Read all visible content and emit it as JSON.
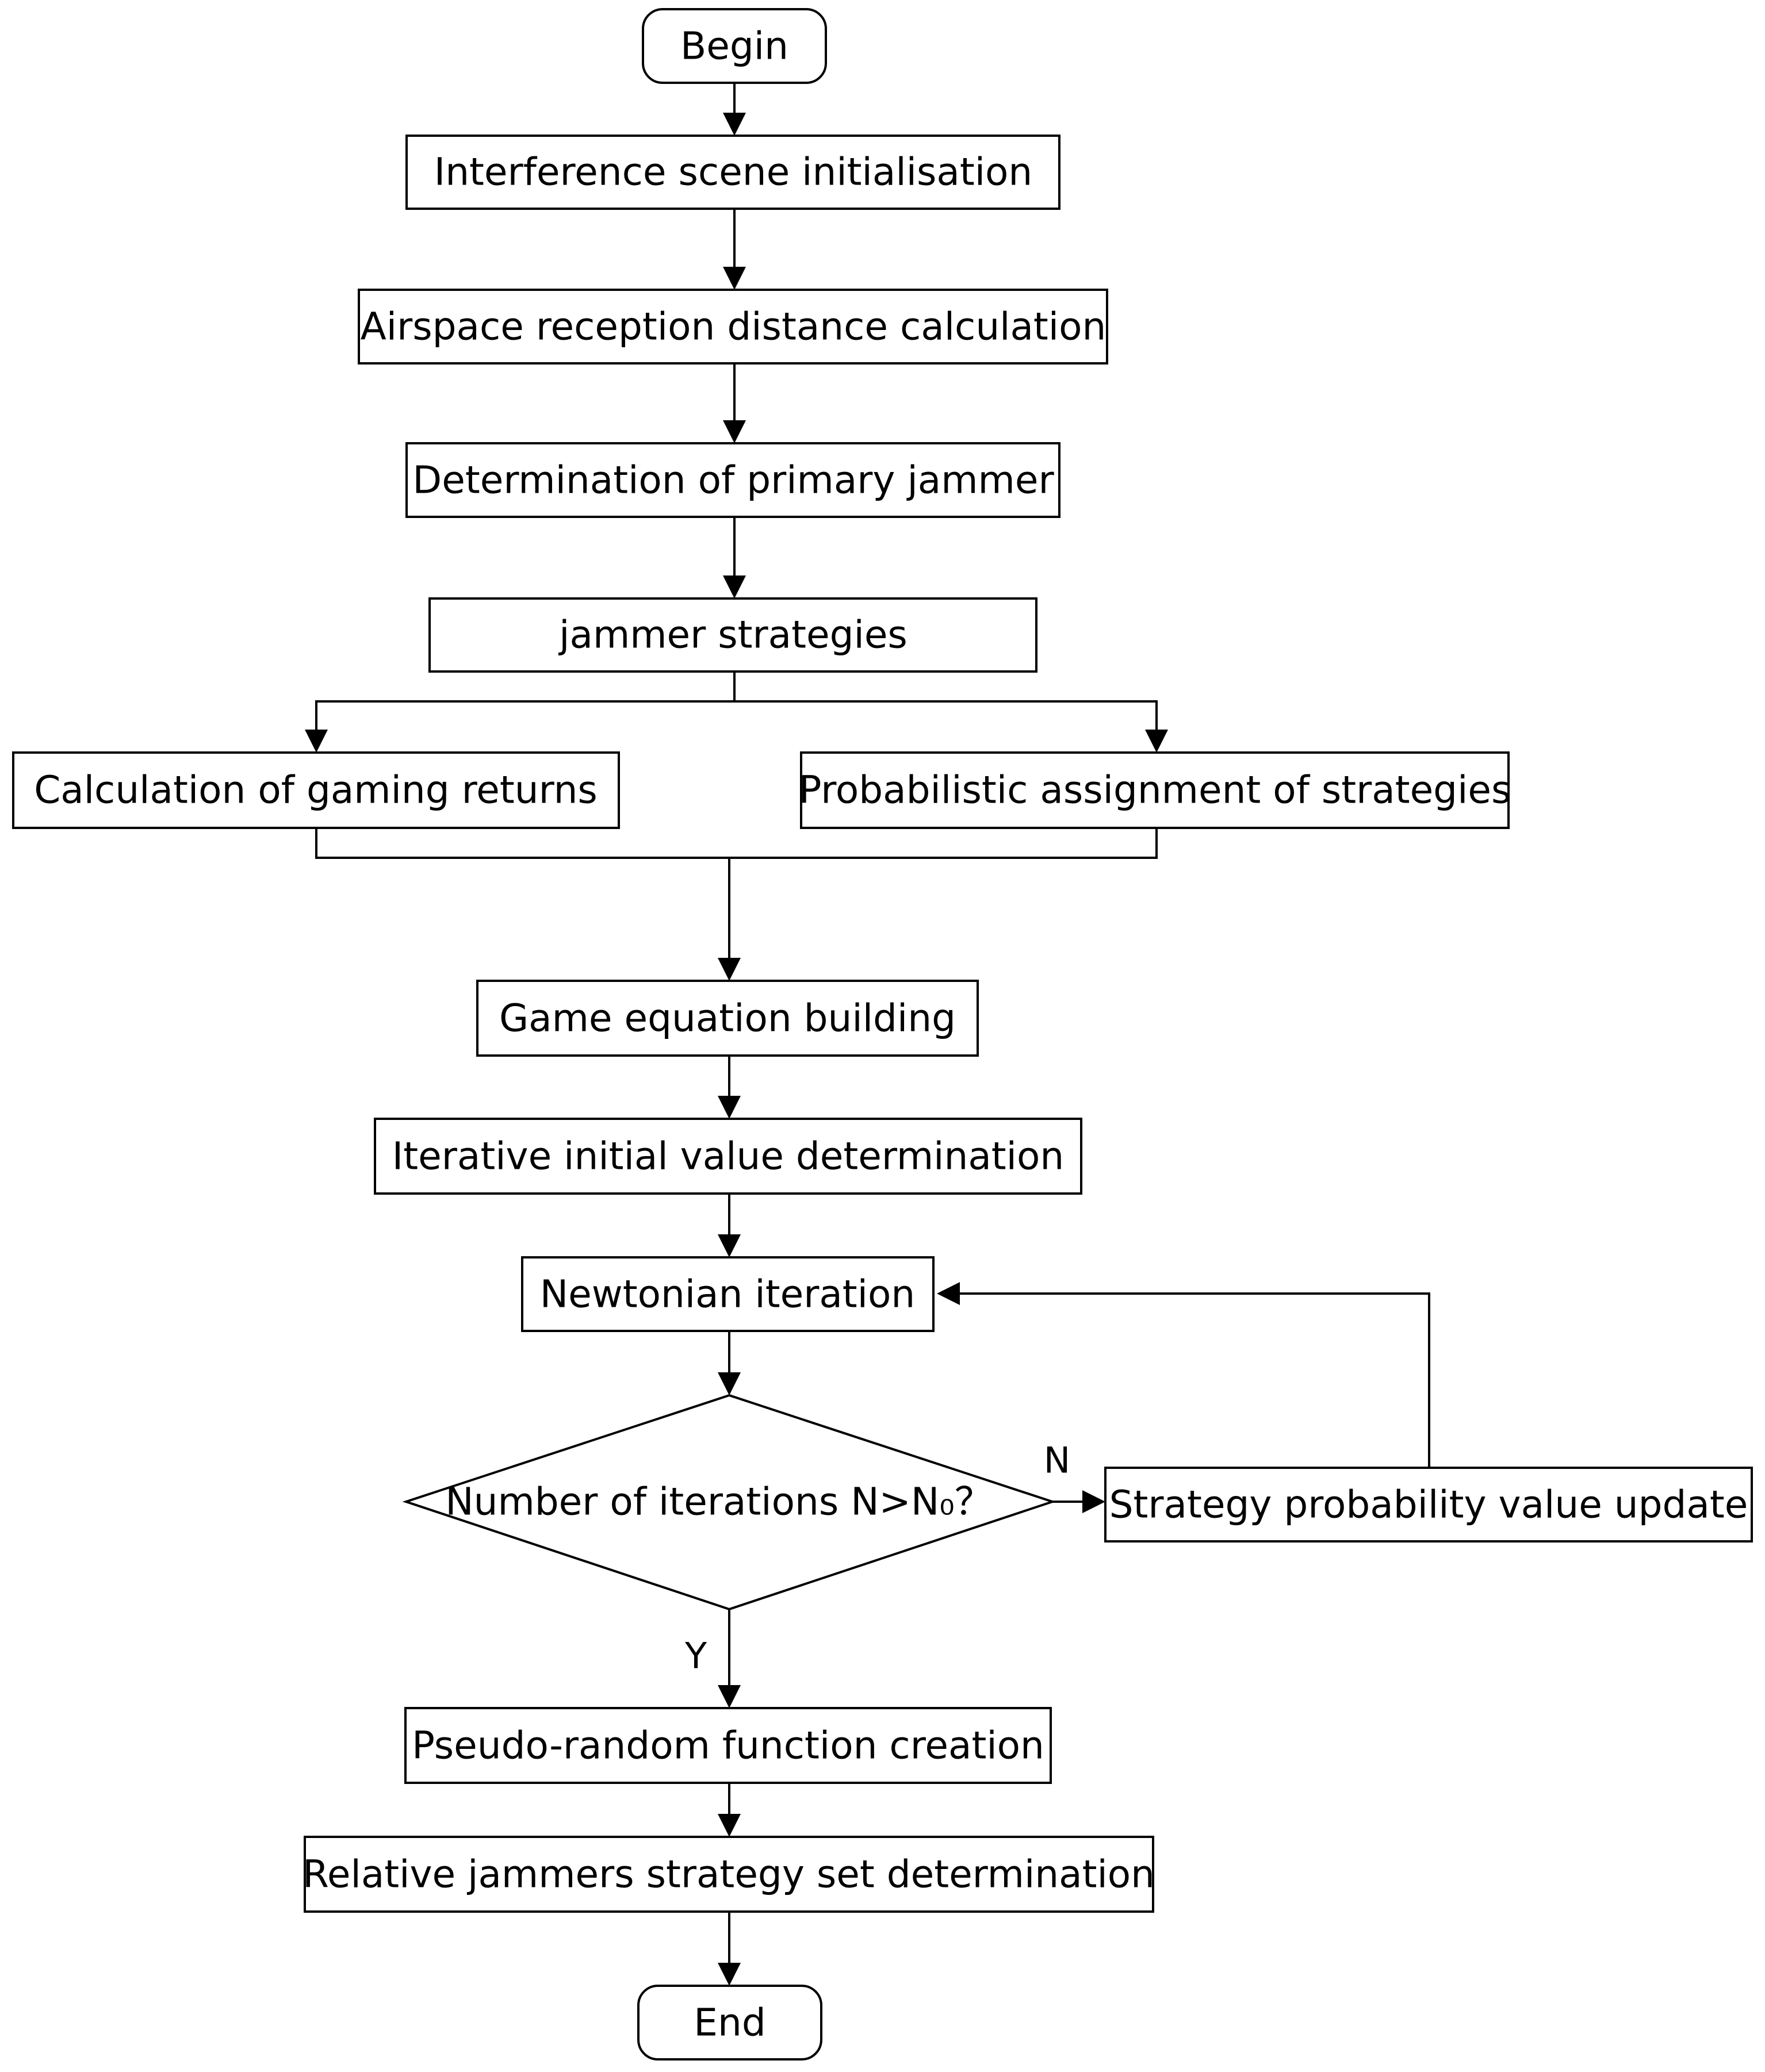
{
  "flowchart": {
    "nodes": {
      "begin": "Begin",
      "interference_init": "Interference scene initialisation",
      "airspace_distance": "Airspace reception distance calculation",
      "primary_jammer": "Determination of primary jammer",
      "jammer_strategies": "jammer strategies",
      "gaming_returns": "Calculation of gaming returns",
      "probabilistic_assignment": "Probabilistic assignment of strategies",
      "game_equation": "Game equation building",
      "initial_value": "Iterative initial value determination",
      "newtonian_iteration": "Newtonian iteration",
      "iterations_check": "Number of iterations N>N₀？",
      "probability_update": "Strategy probability value update",
      "pseudo_random": "Pseudo-random function creation",
      "relative_jammers": "Relative jammers strategy set determination",
      "end": "End"
    },
    "edge_labels": {
      "no": "N",
      "yes": "Y"
    }
  }
}
